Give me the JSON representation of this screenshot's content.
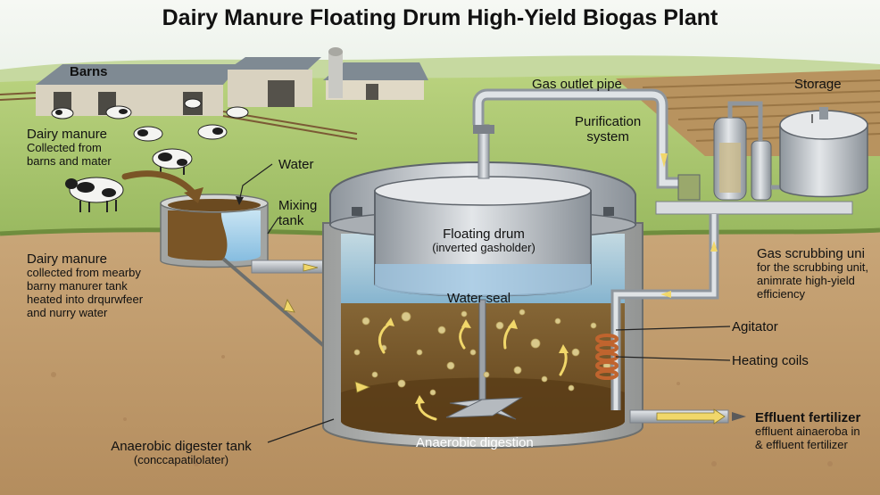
{
  "title": "Dairy Manure Floating Drum High-Yield Biogas Plant",
  "labels": {
    "barns": "Barns",
    "dairy_manure_top": {
      "title": "Dairy manure",
      "line1": "Collected from",
      "line2": "barns and mater"
    },
    "water": "Water",
    "mixing_tank": {
      "line1": "Mixing",
      "line2": "tank"
    },
    "dairy_manure_left": {
      "title": "Dairy manure",
      "lines": [
        "collected from mearby",
        "barny manurer tank",
        "heated into drqurwfeer",
        "and nurry water"
      ]
    },
    "gas_outlet_pipe": "Gas outlet pipe",
    "purification": {
      "line1": "Purification",
      "line2": "system"
    },
    "storage": "Storage",
    "floating_drum": {
      "title": "Floating drum",
      "sub": "(inverted gasholder)"
    },
    "water_seal": "Water seal",
    "gas_scrubbing": {
      "title": "Gas scrubbing uni",
      "lines": [
        "for the scrubbing unit,",
        "animrate high-yield",
        "efficiency"
      ]
    },
    "agitator": "Agitator",
    "heating_coils": "Heating coils",
    "effluent": {
      "title": "Effluent fertilizer",
      "lines": [
        "effluent ainaeroba in",
        "& effluent fertilizer"
      ]
    },
    "anaerobic_digester_tank": {
      "title": "Anaerobic digester tank",
      "sub": "(conccapatilolater)"
    },
    "anaerobic_digestion": "Anaerobic digestion"
  },
  "colors": {
    "sky": "#eef3f0",
    "grass": "#a9c86a",
    "soil": "#bf9a6c",
    "steel": "#b9bec4",
    "water": "#a9d2ea",
    "slurry": "#7d5a2c",
    "copper": "#c0642e",
    "arrow_yellow": "#f1d76a"
  }
}
